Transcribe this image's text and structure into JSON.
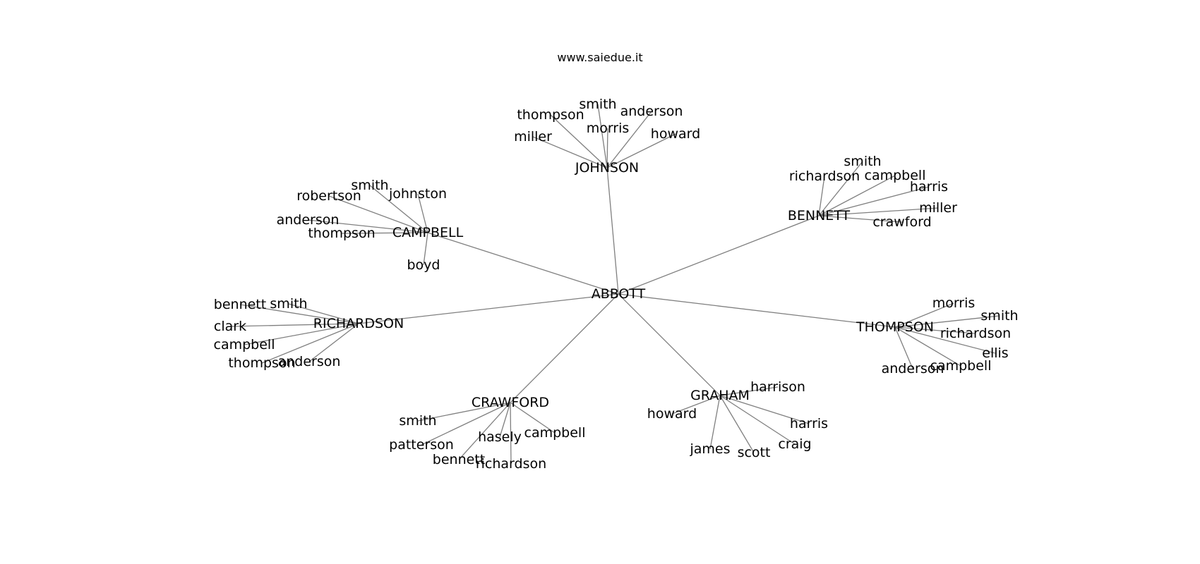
{
  "title": "www.saiedue.it",
  "colors": {
    "edge": "#7f7f7f",
    "text": "#000000",
    "background": "#ffffff"
  },
  "graph": {
    "root": "ABBOTT",
    "hubs": [
      {
        "name": "JOHNSON",
        "leaves": [
          "thompson",
          "smith",
          "anderson",
          "morris",
          "miller",
          "howard"
        ]
      },
      {
        "name": "BENNETT",
        "leaves": [
          "smith",
          "richardson",
          "campbell",
          "harris",
          "miller",
          "crawford"
        ]
      },
      {
        "name": "CAMPBELL",
        "leaves": [
          "smith",
          "johnston",
          "robertson",
          "anderson",
          "thompson",
          "boyd"
        ]
      },
      {
        "name": "RICHARDSON",
        "leaves": [
          "bennett",
          "smith",
          "clark",
          "campbell",
          "thompson",
          "anderson"
        ]
      },
      {
        "name": "THOMPSON",
        "leaves": [
          "morris",
          "smith",
          "richardson",
          "ellis",
          "anderson",
          "campbell"
        ]
      },
      {
        "name": "CRAWFORD",
        "leaves": [
          "smith",
          "patterson",
          "hasely",
          "campbell",
          "bennett",
          "richardson"
        ]
      },
      {
        "name": "GRAHAM",
        "leaves": [
          "harrison",
          "howard",
          "harris",
          "craig",
          "james",
          "scott"
        ]
      }
    ]
  }
}
